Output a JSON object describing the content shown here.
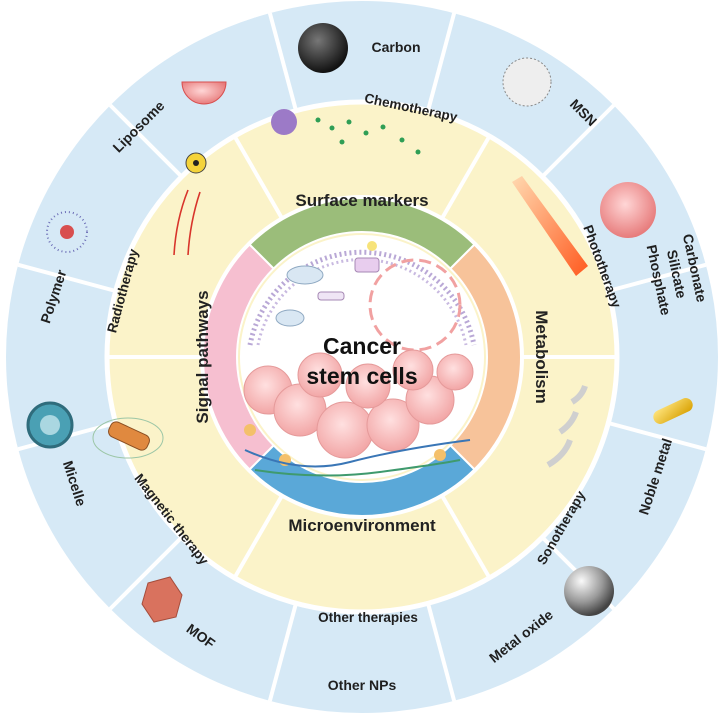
{
  "center": {
    "line1": "Cancer",
    "line2": "stem cells"
  },
  "inner_bands": {
    "top": "Surface markers",
    "right": "Metabolism",
    "bottom": "Microenvironment",
    "left": "Signal pathways"
  },
  "therapies": {
    "chemo": "Chemotherapy",
    "photo": "Phototherapy",
    "sono": "Sonotherapy",
    "other": "Other therapies",
    "magnetic": "Magnetic therapy",
    "radio": "Radiotherapy"
  },
  "nanoparticles": {
    "carbon": "Carbon",
    "msn": "MSN",
    "carbonate": "Carbonate",
    "silicate": "Silicate",
    "phosphate": "Phosphate",
    "noble_metal": "Noble metal",
    "metal_oxide": "Metal oxide",
    "other_nps": "Other NPs",
    "mof": "MOF",
    "micelle": "Micelle",
    "polymer": "Polymer",
    "liposome": "Liposome"
  },
  "colors": {
    "outer_ring": "#d6e9f6",
    "middle_ring": "#fbf3c9",
    "surface_band": "#9bbd7a",
    "metabolism_band": "#f7c39a",
    "microenvironment_band": "#5aa8d8",
    "signal_band": "#f6bfd0",
    "divider": "#ffffff"
  }
}
